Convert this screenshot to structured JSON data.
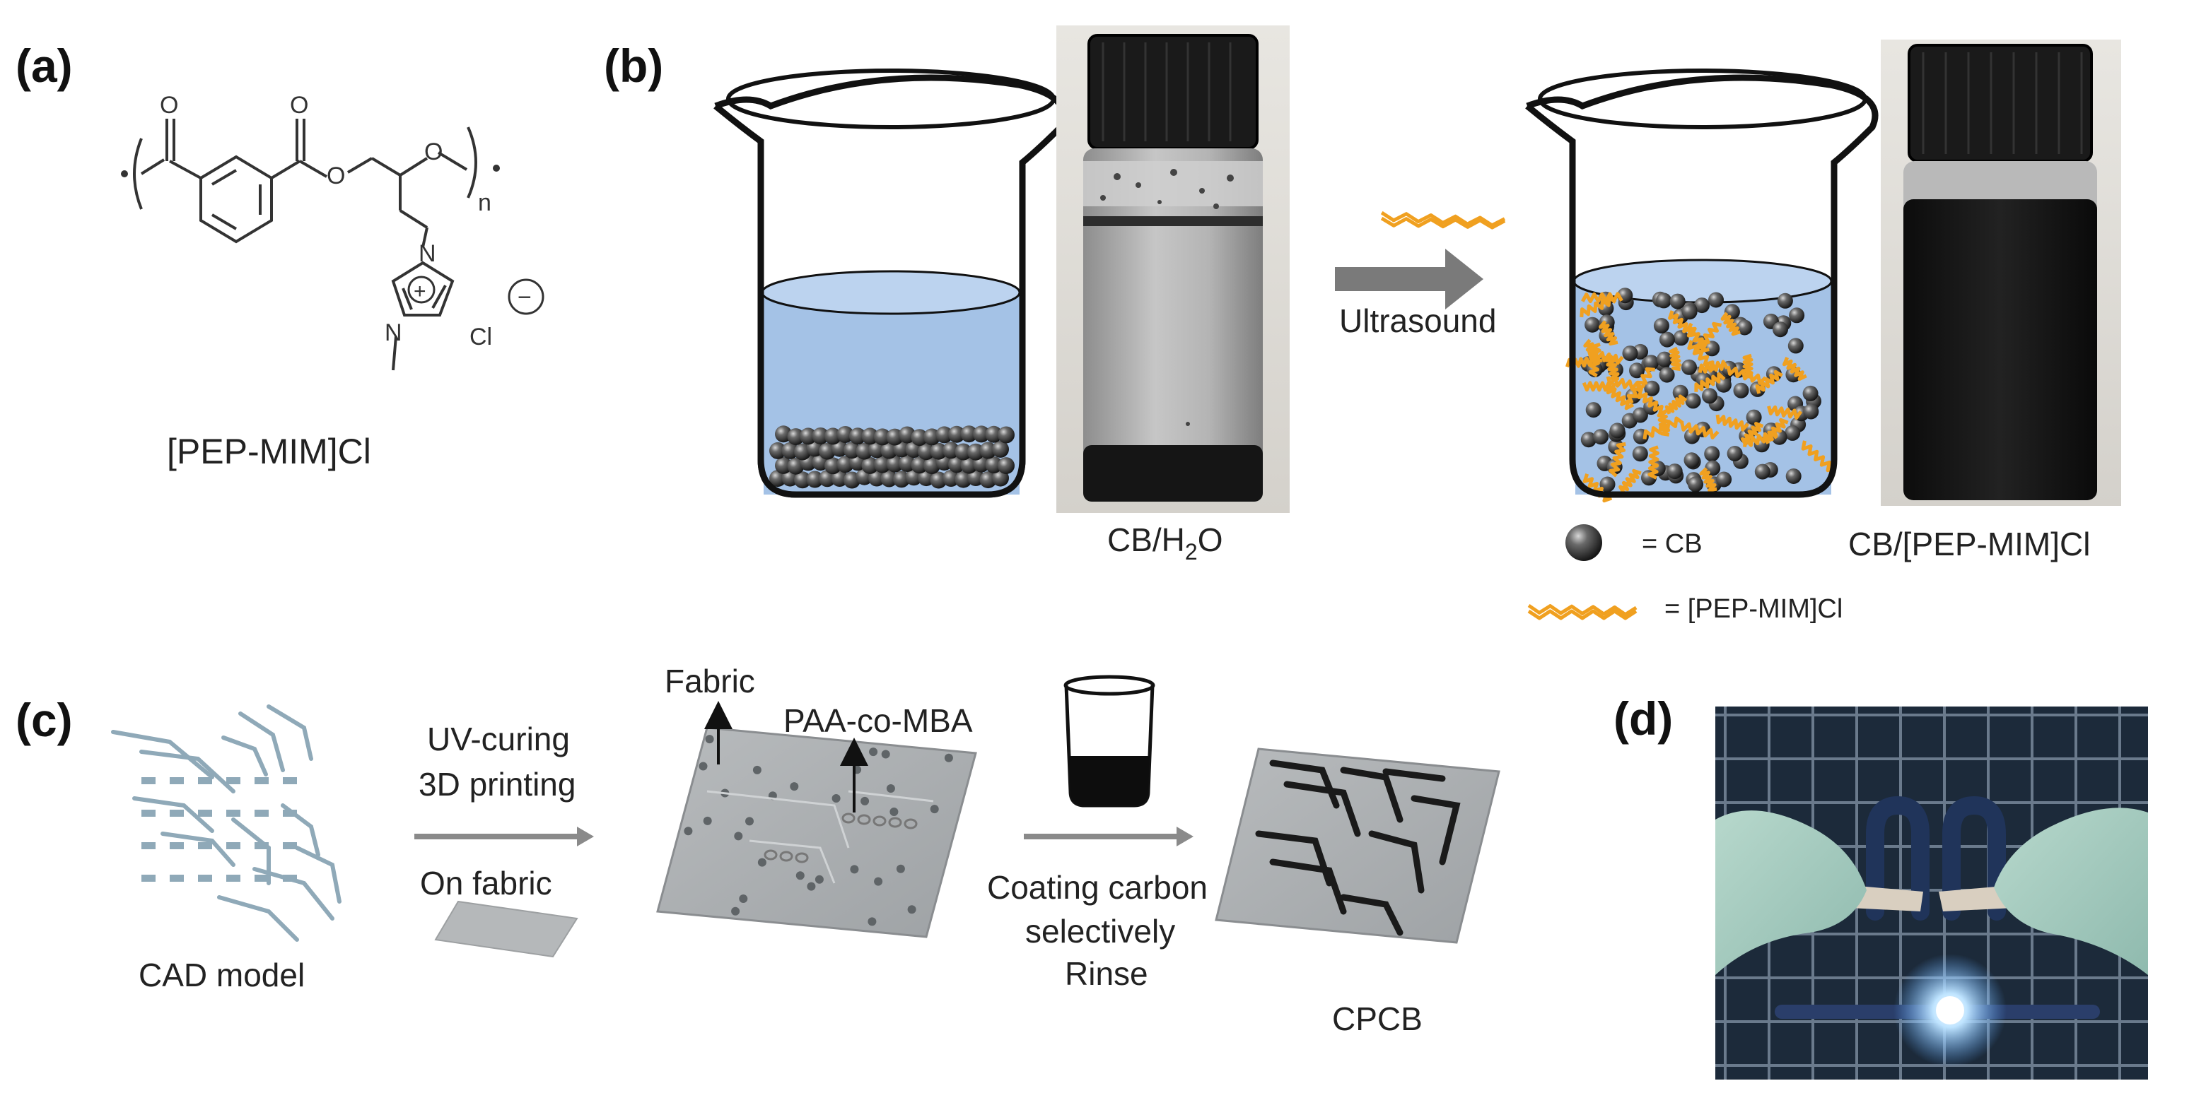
{
  "panels": {
    "a": "(a)",
    "b": "(b)",
    "c": "(c)",
    "d": "(d)"
  },
  "panel_a": {
    "compound_name": "[PEP-MIM]Cl",
    "atom_O": "O",
    "atom_N": "N",
    "atom_Cl": "Cl",
    "repeat_n": "n",
    "plus_sign": "+",
    "minus_sign": "−"
  },
  "panel_b": {
    "caption_left": "CB/H",
    "caption_left_sub": "2",
    "caption_left_end": "O",
    "arrow_label": "Ultrasound",
    "caption_right": "CB/[PEP-MIM]Cl",
    "legend_cb": "= CB",
    "legend_polymer": "= [PEP-MIM]Cl",
    "colors": {
      "water": "#9dbde3",
      "particle": "#3a3a3a",
      "polymer": "#f0a020"
    }
  },
  "panel_c": {
    "cad_label": "CAD model",
    "step1_line1": "UV-curing",
    "step1_line2": "3D printing",
    "step1_sub": "On fabric",
    "fabric_label": "Fabric",
    "paa_label": "PAA-co-MBA",
    "step2_line1": "Coating carbon",
    "step2_line2": "selectively",
    "step2_line3": "Rinse",
    "result_label": "CPCB"
  }
}
